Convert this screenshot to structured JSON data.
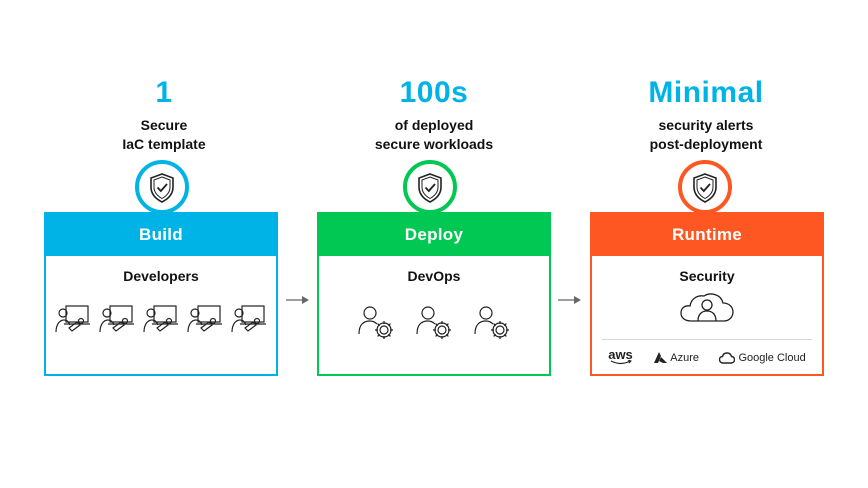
{
  "stages": [
    {
      "headline": "1",
      "subline": "Secure\nIaC template",
      "card_title": "Build",
      "role": "Developers",
      "color": "#00b3e6"
    },
    {
      "headline": "100s",
      "subline": "of deployed\nsecure workloads",
      "card_title": "Deploy",
      "role": "DevOps",
      "color": "#00c853"
    },
    {
      "headline": "Minimal",
      "subline": "security alerts\npost-deployment",
      "card_title": "Runtime",
      "role": "Security",
      "color": "#ff5722"
    }
  ],
  "clouds": [
    {
      "label": "aws",
      "icon": "aws-logo"
    },
    {
      "label": "Azure",
      "icon": "azure-logo"
    },
    {
      "label": "Google Cloud",
      "icon": "google-cloud-logo"
    }
  ],
  "icons": {
    "shield": "shield-check-icon",
    "developer": "developer-laptop-icon",
    "devops": "devops-gear-user-icon",
    "security": "cloud-user-icon",
    "arrow": "arrow-right-icon"
  }
}
